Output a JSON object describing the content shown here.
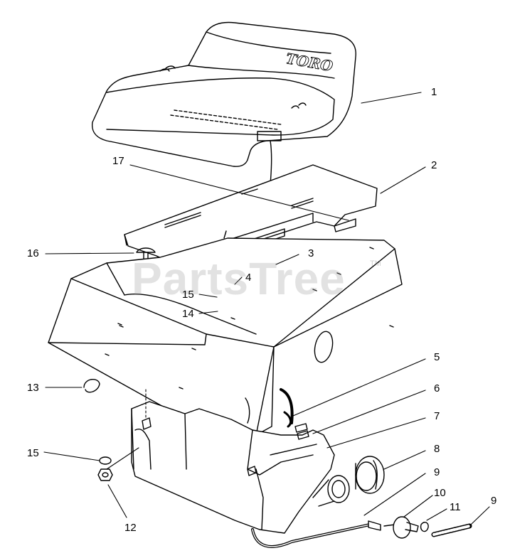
{
  "brand_logo": "TORO",
  "watermark": {
    "text": "PartsTree",
    "tm": "TM"
  },
  "callouts": {
    "c1": "1",
    "c2": "2",
    "c3": "3",
    "c4": "4",
    "c5": "5",
    "c6": "6",
    "c7": "7",
    "c8": "8",
    "c9a": "9",
    "c9b": "9",
    "c10": "10",
    "c11": "11",
    "c12": "12",
    "c13": "13",
    "c14": "14",
    "c15a": "15",
    "c15b": "15",
    "c16": "16",
    "c17": "17"
  },
  "colors": {
    "line": "#000000",
    "background": "#ffffff",
    "watermark": "#969696"
  }
}
